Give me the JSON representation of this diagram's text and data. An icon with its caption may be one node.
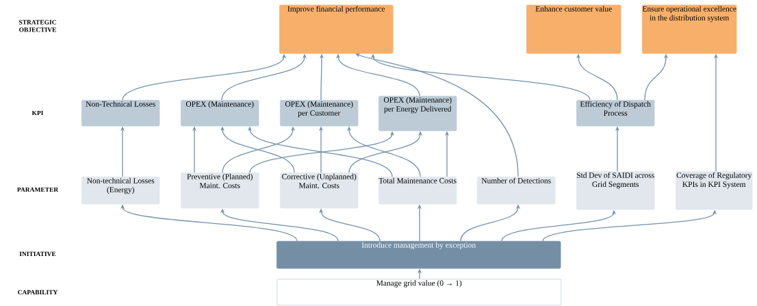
{
  "diagram": {
    "nodes": [
      {
        "text": [
          "Improve financial performance"
        ]
      },
      {
        "text": [
          "Enhance customer value"
        ]
      },
      {
        "text": [
          "Ensure operational excellence in the distribution system"
        ]
      },
      {
        "text": [
          "Non-Technical Losses"
        ]
      },
      {
        "text": [
          "OPEX (Maintenance)"
        ]
      },
      {
        "text": [
          "OPEX (Maintenance) per Customer"
        ]
      },
      {
        "text": [
          "OPEX (Maintenance) per Energy Delivered"
        ]
      },
      {
        "text": [
          "Efficiency of Dispatch Process"
        ]
      },
      {
        "text": [
          "Non-technical Losses (Energy)"
        ]
      },
      {
        "text": [
          "Preventive (Planned) Maint. Costs"
        ]
      },
      {
        "text": [
          "Corrective (Unplanned) Maint. Costs"
        ]
      },
      {
        "text": [
          "Total Maintenance Costs"
        ]
      },
      {
        "text": [
          "Number of Detections"
        ]
      },
      {
        "text": [
          "Std Dev of SAIDI across Grid Segments"
        ]
      },
      {
        "text": [
          "Coverage of Regulatory KPIs in KPI System"
        ]
      },
      {
        "text": [
          "Introduce management by exception"
        ]
      },
      {
        "text": [
          "Manage grid value (0 → 1)"
        ]
      }
    ],
    "edges": [
      {
        "from": 3,
        "to": 0,
        "arrow": "to"
      },
      {
        "from": 4,
        "to": 0,
        "arrow": "to"
      },
      {
        "from": 5,
        "to": 0,
        "arrow": "to"
      },
      {
        "from": 6,
        "to": 0,
        "arrow": "to"
      },
      {
        "from": 12,
        "to": 0,
        "arrow": "to"
      },
      {
        "from": 7,
        "to": 0,
        "arrow": "to"
      },
      {
        "from": 7,
        "to": 1,
        "arrow": "to"
      },
      {
        "from": 7,
        "to": 2,
        "arrow": "to"
      },
      {
        "from": 14,
        "to": 2,
        "arrow": "to"
      },
      {
        "from": 8,
        "to": 3,
        "arrow": "to"
      },
      {
        "from": 9,
        "to": 4,
        "arrow": "to"
      },
      {
        "from": 10,
        "to": 4,
        "arrow": "to"
      },
      {
        "from": 9,
        "to": 5,
        "arrow": "to"
      },
      {
        "from": 11,
        "to": 4,
        "arrow": "to"
      },
      {
        "from": 10,
        "to": 5,
        "arrow": "to"
      },
      {
        "from": 9,
        "to": 6,
        "arrow": "to"
      },
      {
        "from": 10,
        "to": 6,
        "arrow": "to"
      },
      {
        "from": 11,
        "to": 5,
        "arrow": "to"
      },
      {
        "from": 11,
        "to": 6,
        "arrow": "to"
      },
      {
        "from": 13,
        "to": 7,
        "arrow": "to"
      },
      {
        "from": 15,
        "to": 8,
        "arrow": "to"
      },
      {
        "from": 15,
        "to": 9,
        "arrow": "to"
      },
      {
        "from": 15,
        "to": 10,
        "arrow": "to"
      },
      {
        "from": 15,
        "to": 11,
        "arrow": "to"
      },
      {
        "from": 15,
        "to": 12,
        "arrow": "to"
      },
      {
        "from": 15,
        "to": 13,
        "arrow": "to"
      },
      {
        "from": 15,
        "to": 14,
        "arrow": "to"
      },
      {
        "from": 16,
        "to": 15,
        "arrow": "to"
      }
    ],
    "labels": [
      "STRATEGIC OBJECTIVE",
      "KPI",
      "PARAMETER",
      "INITIATIVE",
      "CAPABILITY"
    ]
  }
}
